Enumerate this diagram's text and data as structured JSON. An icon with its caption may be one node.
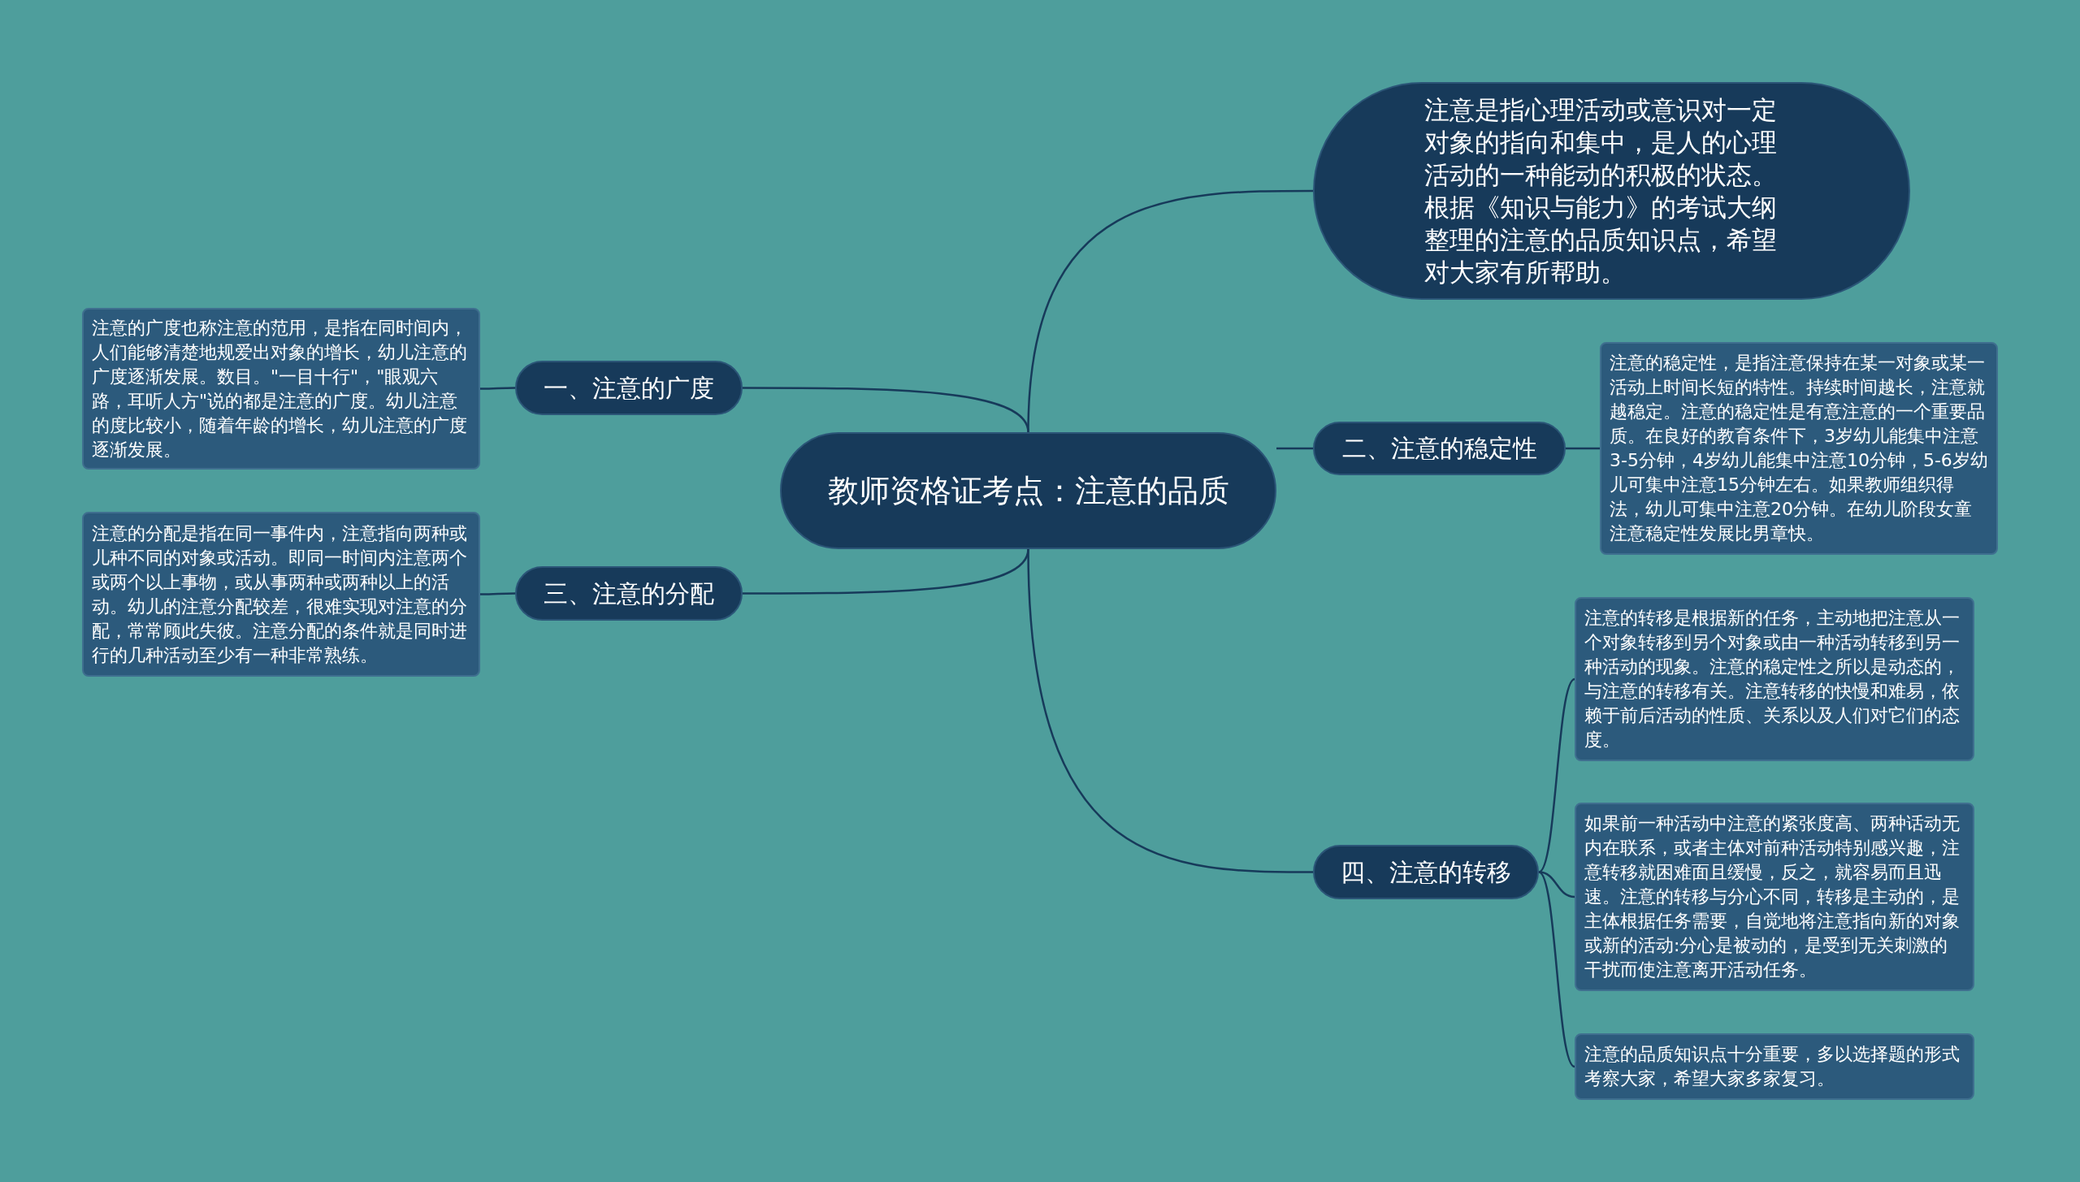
{
  "diagram": {
    "nodes": [
      {
        "text": [
          "教师资格证考点：注意的品质"
        ]
      },
      {
        "text": [
          "注意是指心理活动或意识对一定对象的指向和集中，是人的心理活动的一种能动的积极的状态。根据《知识与能力》的考试大纲整理的注意的品质知识点，希望对大家有所帮助。"
        ]
      },
      {
        "text": [
          "一、注意的广度"
        ]
      },
      {
        "text": [
          "注意的广度也称注意的范用，是指在同时间内，人们能够清楚地规爱出对象的增长，幼儿注意的广度逐渐发展。数目。\"一目十行\"，\"眼观六路，耳听人方\"说的都是注意的广度。幼儿注意的度比较小，随着年龄的增长，幼儿注意的广度逐渐发展。"
        ]
      },
      {
        "text": [
          "二、注意的稳定性"
        ]
      },
      {
        "text": [
          "注意的稳定性，是指注意保持在某一对象或某一活动上时间长短的特性。持续时间越长，注意就越稳定。注意的稳定性是有意注意的一个重要品质。在良好的教育条件下，3岁幼儿能集中注意3-5分钟，4岁幼儿能集中注意10分钟，5-6岁幼儿可集中注意15分钟左右。如果教师组织得法，幼儿可集中注意20分钟。在幼儿阶段女童注意稳定性发展比男章快。"
        ]
      },
      {
        "text": [
          "三、注意的分配"
        ]
      },
      {
        "text": [
          "注意的分配是指在同一事件内，注意指向两种或儿种不同的对象或活动。即同一时间内注意两个或两个以上事物，或从事两种或两种以上的活动。幼儿的注意分配较差，很难实现对注意的分配，常常顾此失彼。注意分配的条件就是同时进行的几种活动至少有一种非常熟练。"
        ]
      },
      {
        "text": [
          "四、注意的转移"
        ]
      },
      {
        "text": [
          "注意的转移是根据新的任务，主动地把注意从一个对象转移到另个对象或由一种活动转移到另一种活动的现象。注意的稳定性之所以是动态的，与注意的转移有关。注意转移的快慢和难易，依赖于前后活动的性质、关系以及人们对它们的态度。"
        ]
      },
      {
        "text": [
          "如果前一种活动中注意的紧张度高、两种话动无内在联系，或者主体对前种活动特别感兴趣，注意转移就困难面且缓慢，反之，就容易而且迅速。注意的转移与分心不同，转移是主动的，是主体根据任务需要，自觉地将注意指向新的对象或新的活动:分心是被动的，是受到无关刺激的干扰而使注意离开活动任务。"
        ]
      },
      {
        "text": [
          "注意的品质知识点十分重要，多以选择题的形式考察大家，希望大家多家复习。"
        ]
      }
    ],
    "edges": [
      {
        "from": 0,
        "to": 1,
        "arrow": "none"
      },
      {
        "from": 0,
        "to": 2,
        "arrow": "none"
      },
      {
        "from": 2,
        "to": 3,
        "arrow": "none"
      },
      {
        "from": 0,
        "to": 4,
        "arrow": "none"
      },
      {
        "from": 4,
        "to": 5,
        "arrow": "none"
      },
      {
        "from": 0,
        "to": 6,
        "arrow": "none"
      },
      {
        "from": 6,
        "to": 7,
        "arrow": "none"
      },
      {
        "from": 0,
        "to": 8,
        "arrow": "none"
      },
      {
        "from": 8,
        "to": 9,
        "arrow": "none"
      },
      {
        "from": 8,
        "to": 10,
        "arrow": "none"
      },
      {
        "from": 8,
        "to": 11,
        "arrow": "none"
      }
    ]
  }
}
